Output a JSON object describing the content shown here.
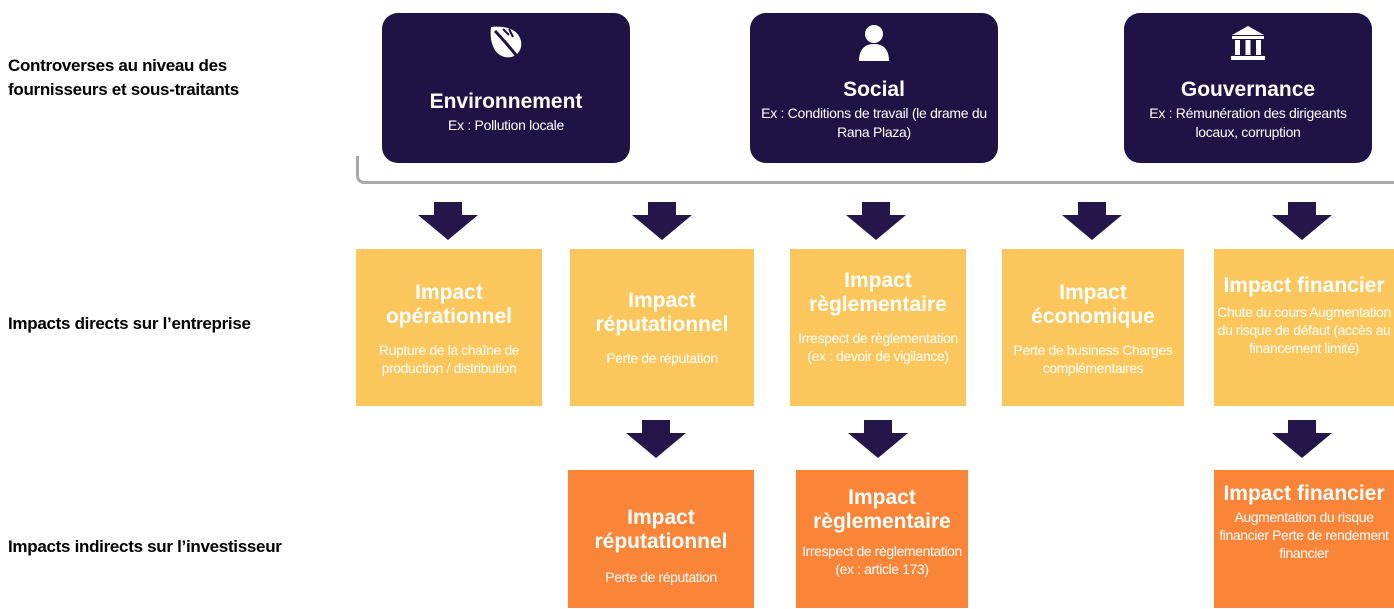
{
  "row_labels": {
    "controversies": "Controverses au niveau des fournisseurs et sous-traitants",
    "direct": "Impacts directs sur l’entreprise",
    "indirect": "Impacts indirects sur l’investisseur"
  },
  "top_boxes": {
    "environment": {
      "icon": "leaf-icon",
      "title": "Environnement",
      "subtitle": "Ex : Pollution locale"
    },
    "social": {
      "icon": "person-icon",
      "title": "Social",
      "subtitle": "Ex : Conditions de travail (le drame du Rana Plaza)"
    },
    "governance": {
      "icon": "building-columns-icon",
      "title": "Gouvernance",
      "subtitle": "Ex : Rémunération des dirigeants locaux, corruption"
    }
  },
  "direct_impacts": {
    "operational": {
      "title": "Impact opérationnel",
      "subtitle": "Rupture de la chaîne de production / distribution"
    },
    "reputational": {
      "title": "Impact réputationnel",
      "subtitle": "Perte de réputation"
    },
    "regulatory": {
      "title": "Impact règlementaire",
      "subtitle": "Irrespect de règlementation (ex : devoir de vigilance)"
    },
    "economic": {
      "title": "Impact économique",
      "subtitle": "Perte de business Charges complémentaires"
    },
    "financial": {
      "title": "Impact financier",
      "subtitle": "Chute du cours Augmentation du risque de défaut (accès au financement limité)"
    }
  },
  "indirect_impacts": {
    "reputational": {
      "title": "Impact réputationnel",
      "subtitle": "Perte de réputation"
    },
    "regulatory": {
      "title": "Impact règlementaire",
      "subtitle": "Irrespect de règlementation (ex : article 173)"
    },
    "financial": {
      "title": "Impact financier",
      "subtitle": "Augmentation du risque financier Perte de rendement financier"
    }
  },
  "colors": {
    "top_box": "#1f1346",
    "arrow": "#24154a",
    "direct_box": "#fbc65b",
    "indirect_box": "#fa8437",
    "bracket": "#a9a9a9"
  }
}
